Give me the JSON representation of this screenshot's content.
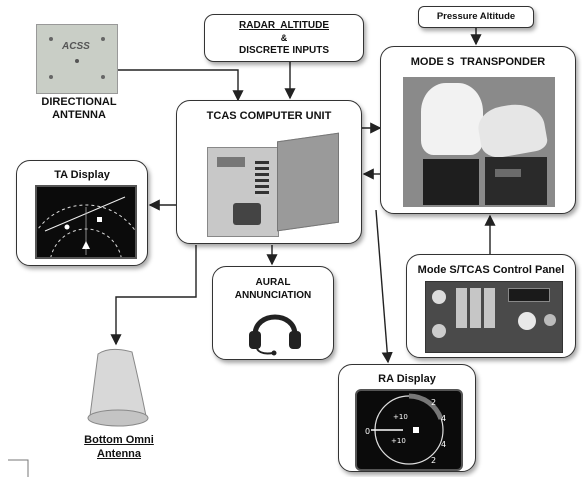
{
  "diagram": {
    "radar_altitude_line1": "RADAR  ALTITUDE",
    "radar_altitude_amp": "&",
    "radar_altitude_line2": "DISCRETE INPUTS",
    "pressure_altitude": "Pressure Altitude",
    "mode_s_transponder": "MODE S  TRANSPONDER",
    "directional_antenna_line1": "DIRECTIONAL",
    "directional_antenna_line2": "ANTENNA",
    "tcas_computer_unit": "TCAS COMPUTER UNIT",
    "ta_display": "TA Display",
    "aural_line1": "AURAL",
    "aural_line2": "ANNUNCIATION",
    "control_panel": "Mode S/TCAS Control Panel",
    "ra_display": "RA Display",
    "bottom_omni_line1": "Bottom Omni",
    "bottom_omni_line2": "Antenna",
    "acss_logo": "ACSS"
  }
}
